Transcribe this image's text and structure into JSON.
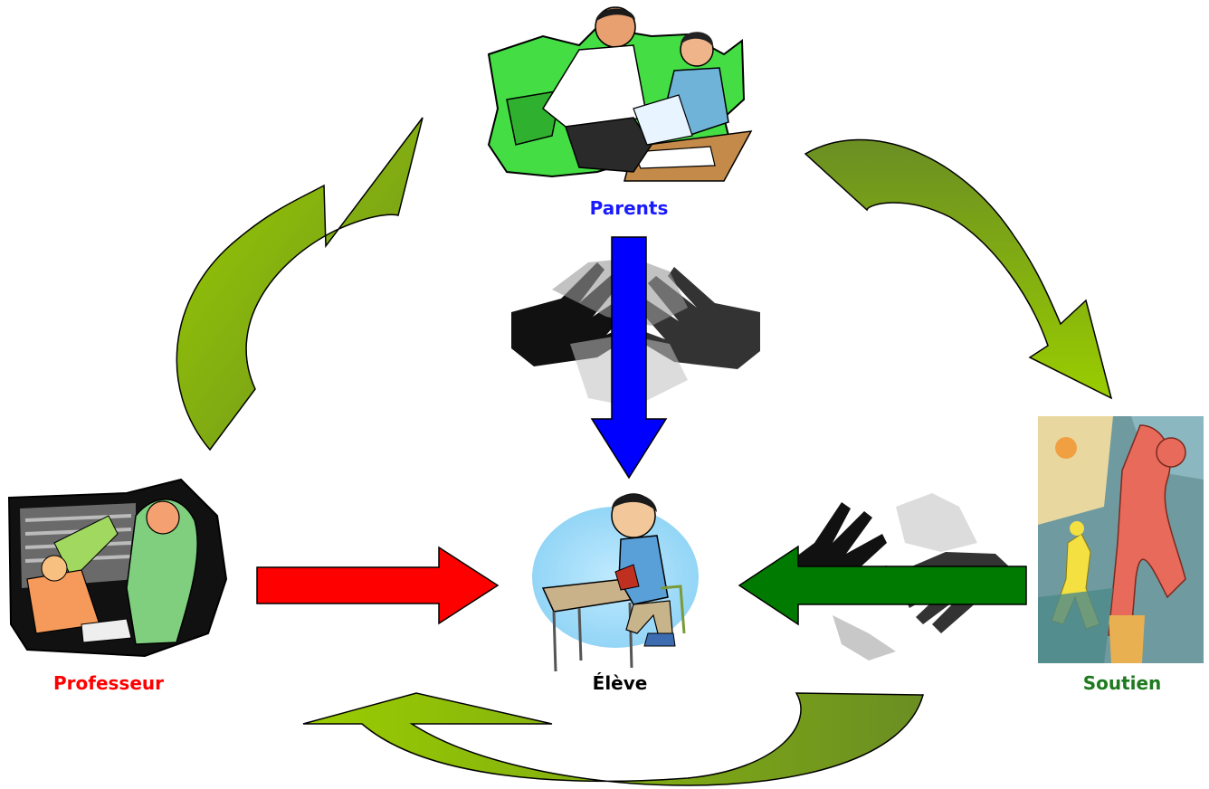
{
  "labels": {
    "parents": "Parents",
    "eleve": "Élève",
    "professeur": "Professeur",
    "soutien": "Soutien"
  },
  "colors": {
    "parents": "#1a1aff",
    "eleve": "#000000",
    "professeur": "#ff0000",
    "soutien": "#1e7a1e",
    "cycle_arrow_light": "#9acd00",
    "cycle_arrow_dark": "#6b8e23",
    "arrow_parents": "#0000ff",
    "arrow_professeur": "#ff0000",
    "arrow_soutien": "#007a00"
  }
}
